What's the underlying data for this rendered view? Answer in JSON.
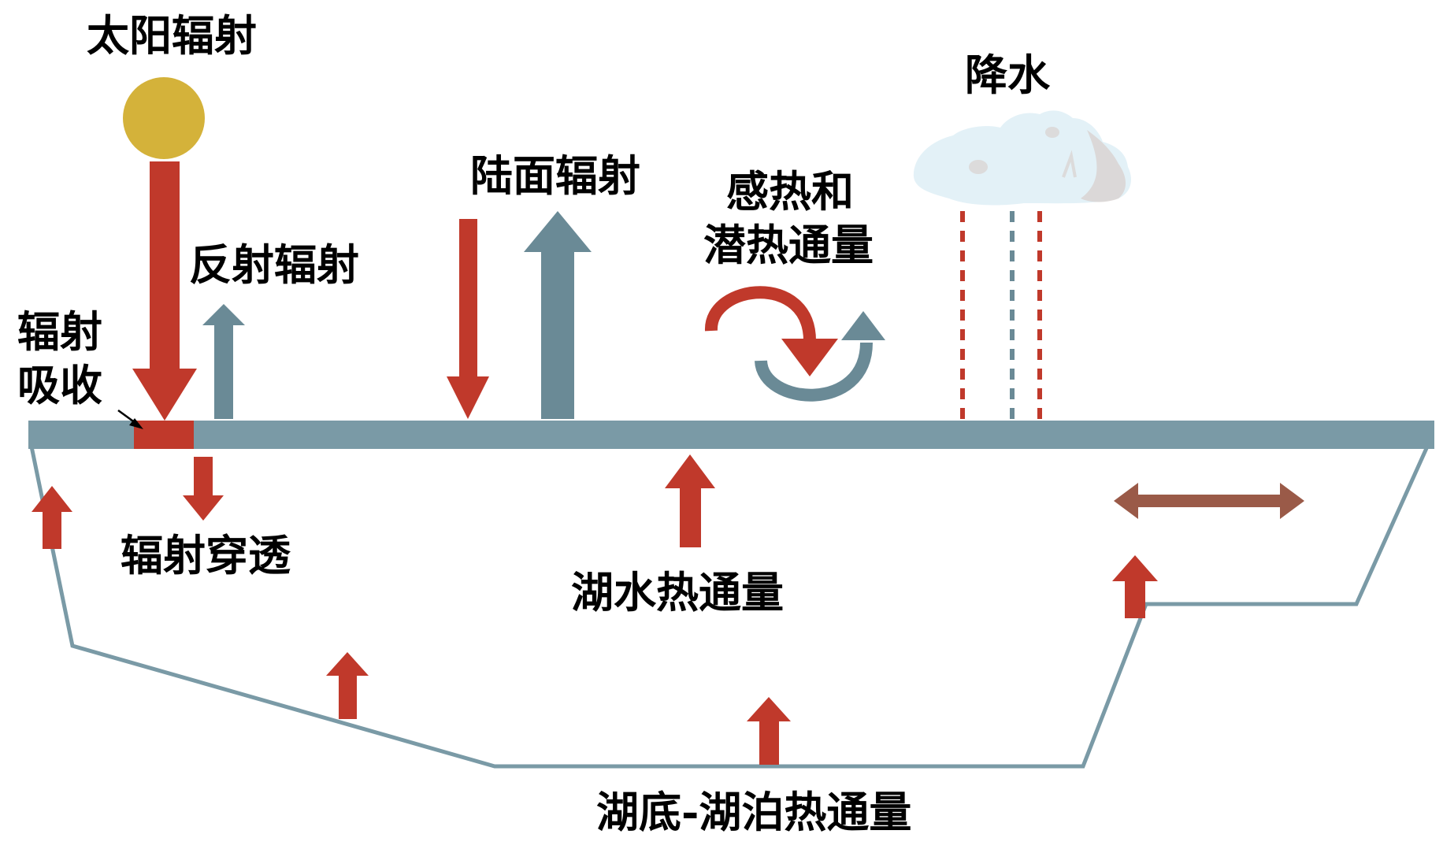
{
  "labels": {
    "solar_radiation": "太阳辐射",
    "precipitation": "降水",
    "land_radiation": "陆面辐射",
    "sensible_latent_1": "感热和",
    "sensible_latent_2": "潜热通量",
    "reflected_radiation": "反射辐射",
    "absorption_1": "辐射",
    "absorption_2": "吸收",
    "penetration": "辐射穿透",
    "lake_water_heat_flux": "湖水热通量",
    "lakebed_heat_flux": "湖底-湖泊热通量"
  },
  "colors": {
    "warm_flux": "#c0392b",
    "cool_flux": "#6a8a96",
    "surface": "#7a9aa6",
    "sun": "#d4b23a",
    "cloud": "#e3f1f7",
    "horizontal_exchange": "#9a5a48"
  }
}
